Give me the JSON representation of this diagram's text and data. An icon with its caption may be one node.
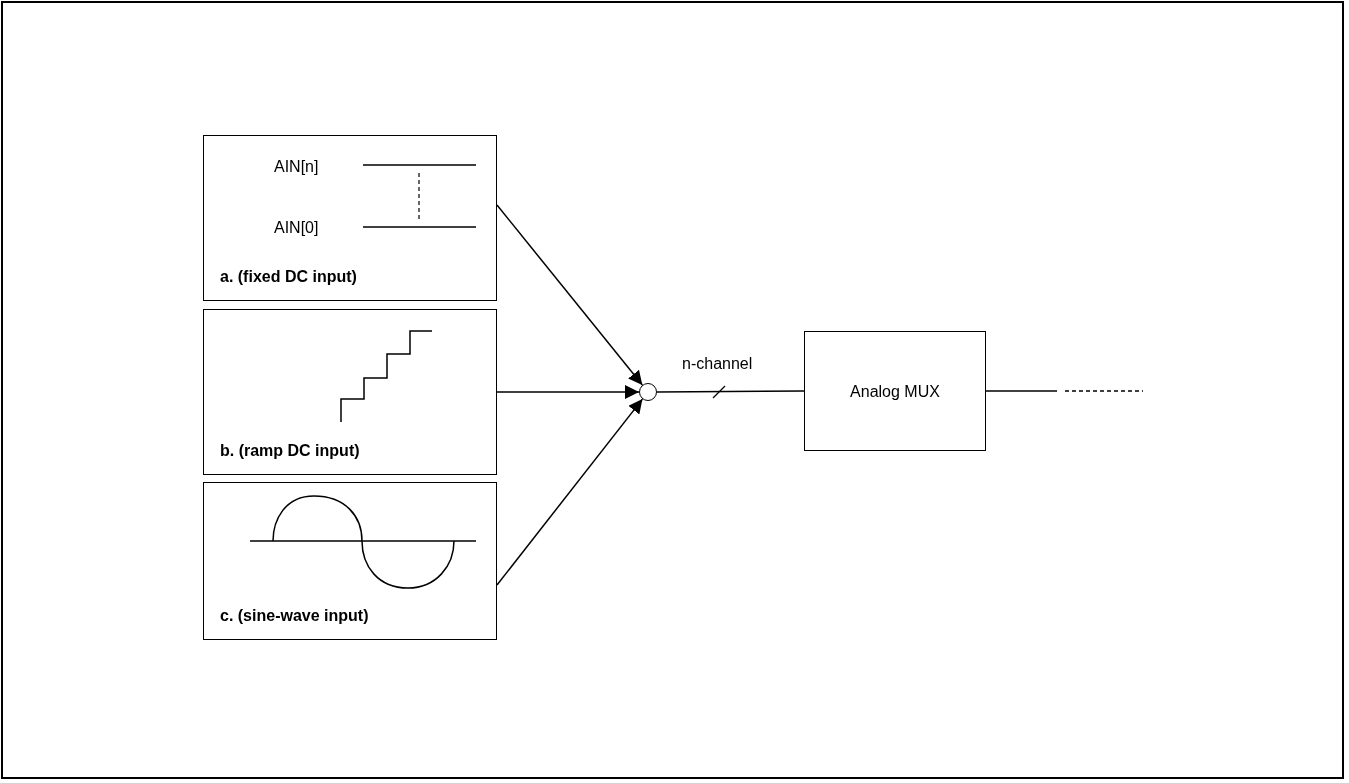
{
  "diagram": {
    "nodes": [
      {
        "text": [
          "AIN[n]",
          "AIN[0]",
          "a. (fixed DC input)"
        ]
      },
      {
        "text": [
          "b. (ramp DC input)"
        ]
      },
      {
        "text": [
          "c. (sine-wave input)"
        ]
      },
      {
        "text": [],
        "shape": "circle"
      },
      {
        "text": [
          "Analog MUX"
        ]
      }
    ],
    "edges": [
      {
        "from": 0,
        "to": 3,
        "arrow": "to"
      },
      {
        "from": 1,
        "to": 3,
        "arrow": "to"
      },
      {
        "from": 2,
        "to": 3,
        "arrow": "to"
      },
      {
        "from": 3,
        "to": 4,
        "arrow": "none",
        "label": "n-channel"
      },
      {
        "from": 4,
        "to": null,
        "arrow": "none"
      }
    ]
  }
}
